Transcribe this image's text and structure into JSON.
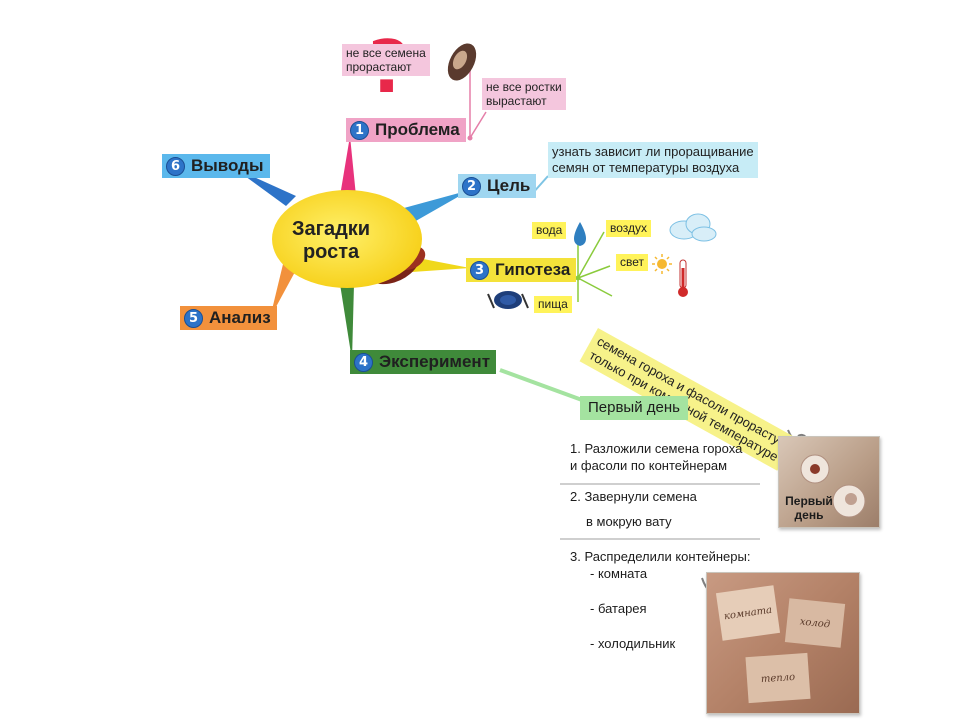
{
  "central": {
    "line1": "Загадки",
    "line2": "роста"
  },
  "branches": {
    "problem": {
      "num": "1",
      "label": "Проблема"
    },
    "goal": {
      "num": "2",
      "label": "Цель"
    },
    "hypothesis": {
      "num": "3",
      "label": "Гипотеза"
    },
    "experiment": {
      "num": "4",
      "label": "Эксперимент"
    },
    "analysis": {
      "num": "5",
      "label": "Анализ"
    },
    "conclusions": {
      "num": "6",
      "label": "Выводы"
    }
  },
  "problem_notes": {
    "note1": {
      "line1": "не все семена",
      "line2": "прорастают"
    },
    "note2": {
      "line1": "не все ростки",
      "line2": "вырастают"
    }
  },
  "goal_note": {
    "line1": "узнать зависит ли проращивание",
    "line2": "семян от температуры воздуха"
  },
  "hypothesis_tags": {
    "water": "вода",
    "air": "воздух",
    "light": "свет",
    "food": "пища"
  },
  "hypothesis_statement": {
    "line1": "семена гороха и фасоли прорастут",
    "line2": "только при комнатной температуре"
  },
  "experiment": {
    "day_label": "Первый день",
    "step1": {
      "line1": "1. Разложили семена гороха",
      "line2": "и фасоли по контейнерам"
    },
    "step2": {
      "line1": "2. Завернули семена",
      "line2": "в мокрую вату"
    },
    "step3": {
      "title": "3. Распределили контейнеры:",
      "items": [
        "- комната",
        "- батарея",
        "- холодильник"
      ]
    },
    "photo1_caption": {
      "line1": "Первый",
      "line2": "день"
    },
    "photo2_labels": [
      "комната",
      "холод",
      "тепло"
    ]
  },
  "colors": {
    "problem": "#f0a3c6",
    "goal": "#9fd6f0",
    "hypothesis": "#f4e23a",
    "experiment": "#3f8a3a",
    "analysis": "#f2913c",
    "conclusions": "#5bb8ec",
    "central": "#f7d21e",
    "problem_note": "#f4c6dd",
    "goal_note": "#c7ecf6",
    "tag": "#fff35a",
    "statement": "#f7f28a",
    "day_label": "#a4e3a0"
  }
}
